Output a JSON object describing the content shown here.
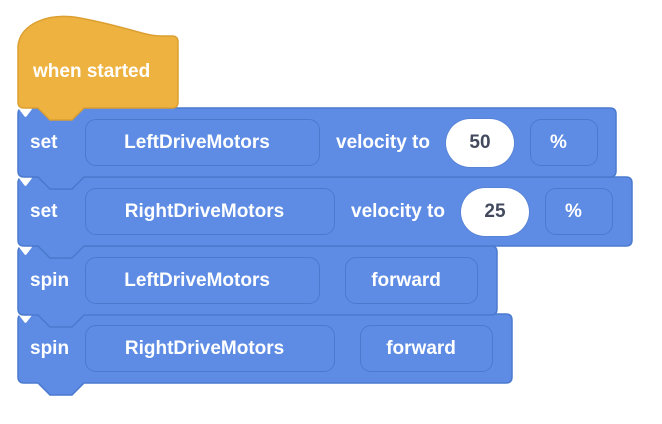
{
  "app": "block-programming-workspace",
  "colors": {
    "event_block_fill": "#EDB23F",
    "event_block_border": "#DCA032",
    "motion_block_fill": "#5E8CE5",
    "motion_block_border": "#4A7ACE",
    "value_text": "#434A5D",
    "label_text": "#FFFFFF"
  },
  "icons": {
    "dropdown_arrow": "▼"
  },
  "hat_block": {
    "label": "when started"
  },
  "blocks": [
    {
      "keyword": "set",
      "motor": "LeftDriveMotors",
      "mid_label": "velocity to",
      "value": "50",
      "unit": "%"
    },
    {
      "keyword": "set",
      "motor": "RightDriveMotors",
      "mid_label": "velocity to",
      "value": "25",
      "unit": "%"
    },
    {
      "keyword": "spin",
      "motor": "LeftDriveMotors",
      "direction": "forward"
    },
    {
      "keyword": "spin",
      "motor": "RightDriveMotors",
      "direction": "forward"
    }
  ]
}
